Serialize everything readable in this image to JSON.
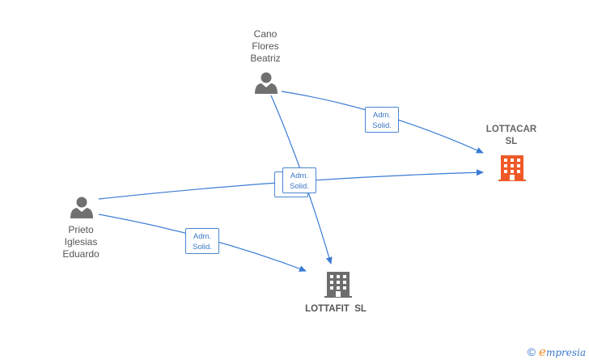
{
  "people": [
    {
      "id": "cano",
      "name_lines": [
        "Cano",
        "Flores",
        "Beatriz"
      ],
      "icon": "person-icon"
    },
    {
      "id": "prieto",
      "name_lines": [
        "Prieto",
        "Iglesias",
        "Eduardo"
      ],
      "icon": "person-icon"
    }
  ],
  "companies": [
    {
      "id": "lottacar",
      "name_lines": [
        "LOTTACAR",
        "SL"
      ],
      "icon": "building-icon",
      "color": "#f05a28"
    },
    {
      "id": "lottafit",
      "name_lines": [
        "LOTTAFIT  SL"
      ],
      "icon": "building-icon",
      "color": "#6d6d6d"
    }
  ],
  "relations": [
    {
      "from": "cano",
      "to": "lottacar",
      "label_lines": [
        "Adm.",
        "Solid."
      ]
    },
    {
      "from": "cano",
      "to": "lottafit",
      "label_lines": [
        "Adm.",
        "Solid."
      ]
    },
    {
      "from": "prieto",
      "to": "lottacar",
      "label_lines": [
        "Adm.",
        "Solid."
      ]
    },
    {
      "from": "prieto",
      "to": "lottafit",
      "label_lines": [
        "Adm.",
        "Solid."
      ]
    }
  ],
  "colors": {
    "edge": "#3a7bd5",
    "person": "#707070"
  },
  "brand": {
    "copyright": "©",
    "initial": "e",
    "rest": "mpresia"
  }
}
